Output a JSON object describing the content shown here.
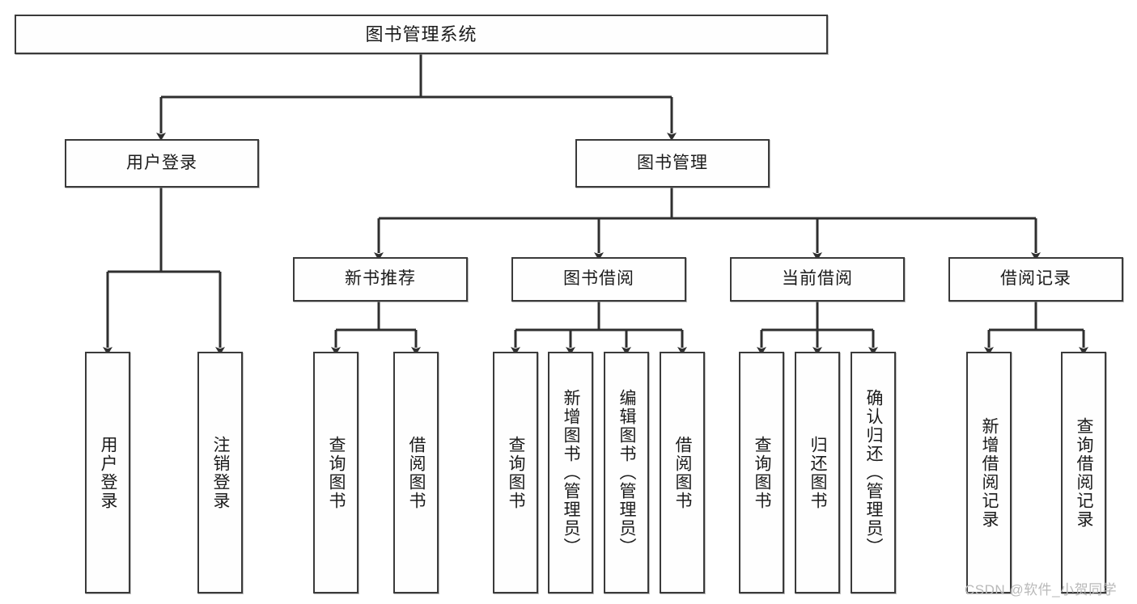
{
  "diagram": {
    "title": "图书管理系统",
    "type": "hierarchy-tree",
    "colors": {
      "background": "#ffffff",
      "node_fill": "#fefefe",
      "node_border": "#3a3a3a",
      "connector": "#2f2f2f",
      "text": "#1b1b1b",
      "watermark": "#b9b9b9"
    },
    "root": {
      "label": "图书管理系统"
    },
    "level1": [
      {
        "label": "用户登录"
      },
      {
        "label": "图书管理"
      }
    ],
    "level2": [
      {
        "label": "新书推荐"
      },
      {
        "label": "图书借阅"
      },
      {
        "label": "当前借阅"
      },
      {
        "label": "借阅记录"
      }
    ],
    "leaves": {
      "user_login": [
        {
          "label": "用户登录"
        },
        {
          "label": "注销登录"
        }
      ],
      "new_book_recommend": [
        {
          "label": "查询图书"
        },
        {
          "label": "借阅图书"
        }
      ],
      "book_borrow": [
        {
          "label": "查询图书"
        },
        {
          "label": "新增图书（管理员）"
        },
        {
          "label": "编辑图书（管理员）"
        },
        {
          "label": "借阅图书"
        }
      ],
      "current_borrow": [
        {
          "label": "查询图书"
        },
        {
          "label": "归还图书"
        },
        {
          "label": "确认归还（管理员）"
        }
      ],
      "borrow_record": [
        {
          "label": "新增借阅记录"
        },
        {
          "label": "查询借阅记录"
        }
      ]
    }
  },
  "watermark": {
    "text": "CSDN @软件_小贺同学"
  }
}
